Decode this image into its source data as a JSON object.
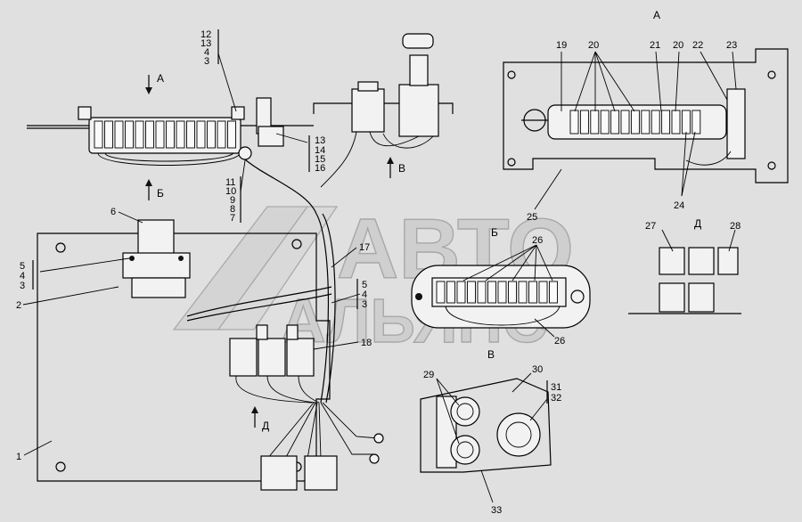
{
  "watermark": {
    "line1": "АВТО",
    "line2": "АЛЬЯНС"
  },
  "view_labels": {
    "a_top": "А",
    "a_arrow": "А",
    "b_upper": "Б",
    "v_arrow": "В",
    "b_view": "Б",
    "d_arrow": "Д",
    "v_view": "В",
    "d_view": "Д"
  },
  "callouts": {
    "n1": "1",
    "n2": "2",
    "n6": "6",
    "n17": "17",
    "n18": "18",
    "n19": "19",
    "n20a": "20",
    "n21": "21",
    "n20b": "20",
    "n22": "22",
    "n23": "23",
    "n24": "24",
    "n25": "25",
    "n26a": "26",
    "n26b": "26",
    "n27": "27",
    "n28": "28",
    "n29": "29",
    "n30": "30",
    "n33": "33"
  },
  "stacks": {
    "s_top": [
      "12",
      "13",
      "4",
      "3"
    ],
    "s_right": [
      "13",
      "14",
      "15",
      "16"
    ],
    "s_below": [
      "11",
      "10",
      "9",
      "8",
      "7"
    ],
    "s_left": [
      "5",
      "4",
      "3"
    ],
    "s_mid": [
      "5",
      "4",
      "3"
    ],
    "s_bot": [
      "31",
      "32"
    ]
  }
}
